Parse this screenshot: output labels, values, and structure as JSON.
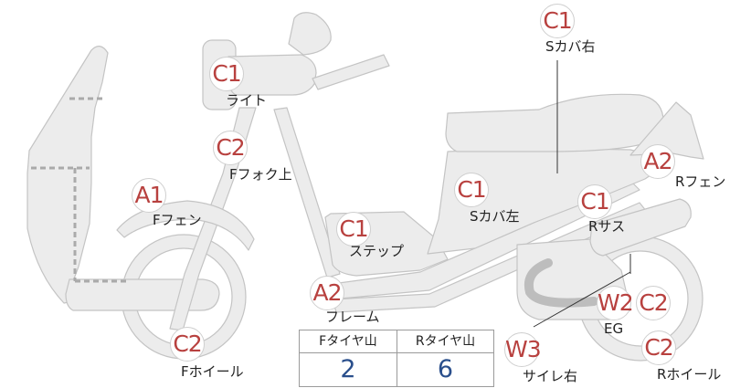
{
  "colors": {
    "part_fill": "#ececec",
    "part_stroke": "#c4c4c4",
    "dash": "#aaaaaa",
    "badge_text": "#b8413f",
    "value_text": "#2a4f8c"
  },
  "annotations": [
    {
      "id": "light",
      "grade": "C1",
      "label": "ライト"
    },
    {
      "id": "f-fork-upper",
      "grade": "C2",
      "label": "Fフォク上"
    },
    {
      "id": "f-fender",
      "grade": "A1",
      "label": "Fフェン"
    },
    {
      "id": "step",
      "grade": "C1",
      "label": "ステップ"
    },
    {
      "id": "frame",
      "grade": "A2",
      "label": "フレーム"
    },
    {
      "id": "f-wheel",
      "grade": "C2",
      "label": "Fホイール"
    },
    {
      "id": "s-cover-right",
      "grade": "C1",
      "label": "Sカバ右"
    },
    {
      "id": "s-cover-left",
      "grade": "C1",
      "label": "Sカバ左"
    },
    {
      "id": "r-fender",
      "grade": "A2",
      "label": "Rフェン"
    },
    {
      "id": "r-suspension",
      "grade": "C1",
      "label": "Rサス"
    },
    {
      "id": "engine",
      "grade": "W2",
      "label": "EG"
    },
    {
      "id": "engine-extra",
      "grade": "C2",
      "label": ""
    },
    {
      "id": "r-wheel",
      "grade": "C2",
      "label": "Rホイール"
    },
    {
      "id": "muffler-right",
      "grade": "W3",
      "label": "サイレ右"
    }
  ],
  "tread_table": {
    "front_header": "Fタイヤ山",
    "front_value": "2",
    "rear_header": "Rタイヤ山",
    "rear_value": "6"
  }
}
